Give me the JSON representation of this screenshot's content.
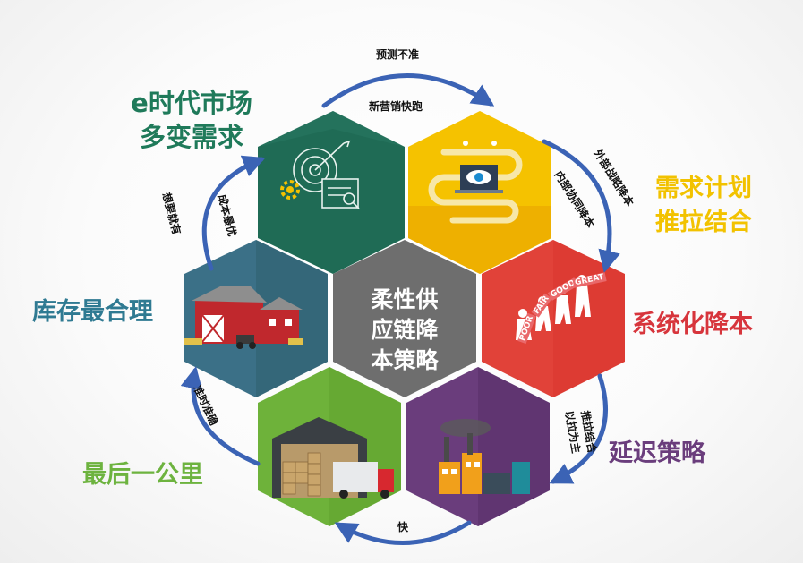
{
  "center": {
    "line1": "柔性供",
    "line2": "应链降",
    "line3": "本策略"
  },
  "outer_labels": {
    "top_left": {
      "line1": "e时代市场",
      "line2": "多变需求"
    },
    "right_top": {
      "line1": "需求计划",
      "line2": "推拉结合"
    },
    "right": "系统化降本",
    "bottom_right": "延迟策略",
    "bottom_left": "最后一公里",
    "left": "库存最合理"
  },
  "arrow_labels": {
    "top_outer": "预测不准",
    "top_inner": "新营销快跑",
    "upper_right_outer": "外部战略降本",
    "upper_right_inner": "内部协同降本",
    "right_lower_line1": "推拉结合",
    "right_lower_line2": "以拉为主",
    "bottom": "快",
    "left_lower": "准时准确",
    "upper_left_outer": "想要就有",
    "upper_left_inner": "成本最优"
  },
  "signs": [
    "POOR",
    "FAIR",
    "GOOD",
    "GREAT"
  ],
  "colors": {
    "hex_teal": "#1f6b55",
    "hex_yellow": "#f5c200",
    "hex_red": "#dd3b33",
    "hex_purple": "#6a3d7c",
    "hex_green": "#6eb23a",
    "hex_blue": "#3b7087",
    "hex_center": "#6e6e6e",
    "text_teal": "#1f7a5a",
    "text_yellow": "#f2c200",
    "text_red": "#d7353c",
    "text_purple": "#6a3d7c",
    "text_green": "#6db33f",
    "text_blue": "#2f7a92",
    "arrow": "#3b63b5"
  }
}
